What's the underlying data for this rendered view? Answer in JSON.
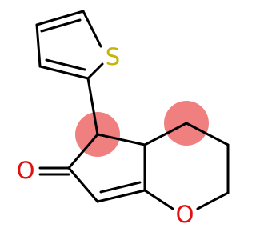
{
  "molecule": {
    "atom_labels": {
      "sulfur": "S",
      "carbonyl_oxygen": "O",
      "ring_oxygen": "O"
    },
    "highlight_color": "#f08080",
    "label_colors": {
      "sulfur": "#c6b400",
      "oxygen": "#e01010"
    },
    "bond_color": "#000000"
  }
}
